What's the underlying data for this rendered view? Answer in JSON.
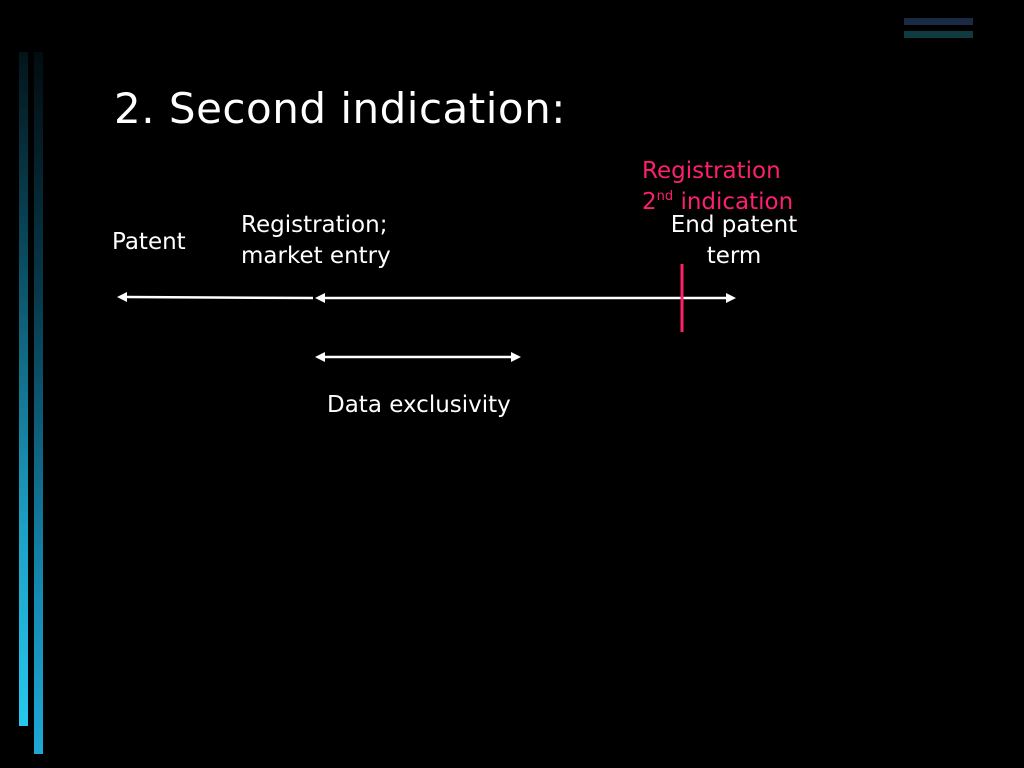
{
  "slide": {
    "title": "2.  Second indication:"
  },
  "labels": {
    "patent": "Patent",
    "registration_market_entry": "Registration;\nmarket entry",
    "end_patent_term": "End patent\nterm",
    "data_exclusivity": "Data exclusivity",
    "registration_2nd_line1": "Registration",
    "registration_2nd_ordinal": "2",
    "registration_2nd_suffix": "nd",
    "registration_2nd_rest": " indication"
  },
  "colors": {
    "background": "#000000",
    "text": "#ffffff",
    "highlight": "#ff1f6e",
    "accent_bar": "#26c8ee"
  }
}
